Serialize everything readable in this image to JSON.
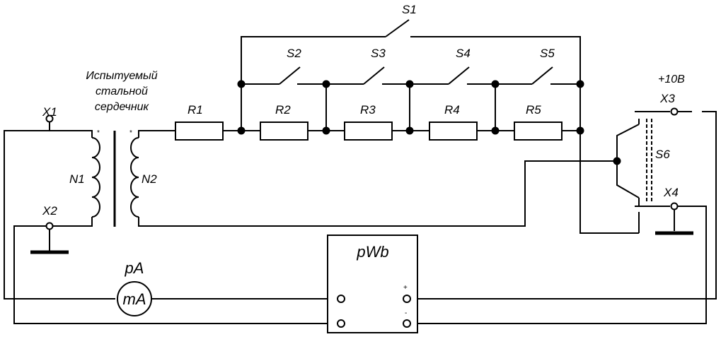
{
  "diagram": {
    "core_caption": [
      "Испытуемый",
      "стальной",
      "сердечник"
    ],
    "terminals": {
      "x1": "X1",
      "x2": "X2",
      "x3": "X3",
      "x4": "X4"
    },
    "supply_label": "+10В",
    "windings": {
      "n1": "N1",
      "n2": "N2"
    },
    "winding_dot": "*",
    "resistors": {
      "r1": "R1",
      "r2": "R2",
      "r3": "R3",
      "r4": "R4",
      "r5": "R5"
    },
    "switches": {
      "s1": "S1",
      "s2": "S2",
      "s3": "S3",
      "s4": "S4",
      "s5": "S5",
      "s6": "S6"
    },
    "ammeter": {
      "designator": "pA",
      "unit": "mA"
    },
    "fluxmeter": {
      "designator": "pWb",
      "plus": "+",
      "minus": "-"
    }
  }
}
